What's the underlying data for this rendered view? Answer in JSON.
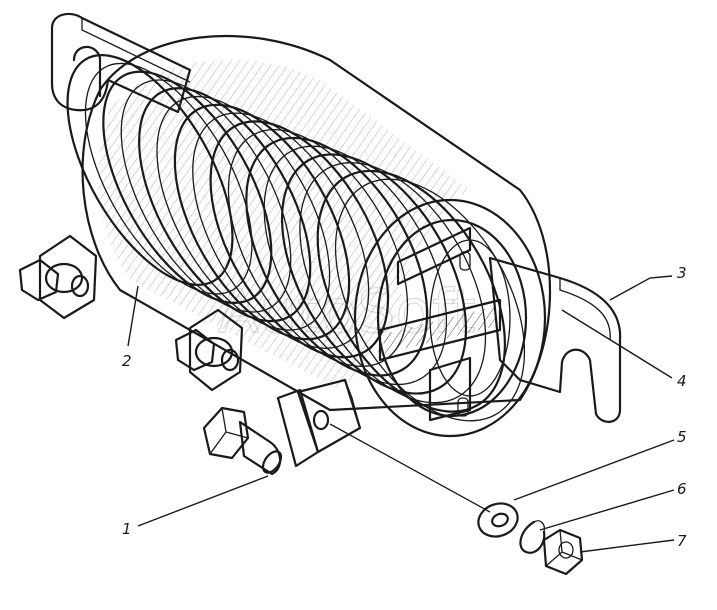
{
  "watermark": "AutoSoft",
  "callouts": [
    {
      "label": "1"
    },
    {
      "label": "2"
    },
    {
      "label": "3"
    },
    {
      "label": "4"
    },
    {
      "label": "5"
    },
    {
      "label": "6"
    },
    {
      "label": "7"
    }
  ],
  "colors": {
    "ink": "#1a1a1a",
    "paper": "#ffffff",
    "watermark": "#bdbdbd"
  }
}
